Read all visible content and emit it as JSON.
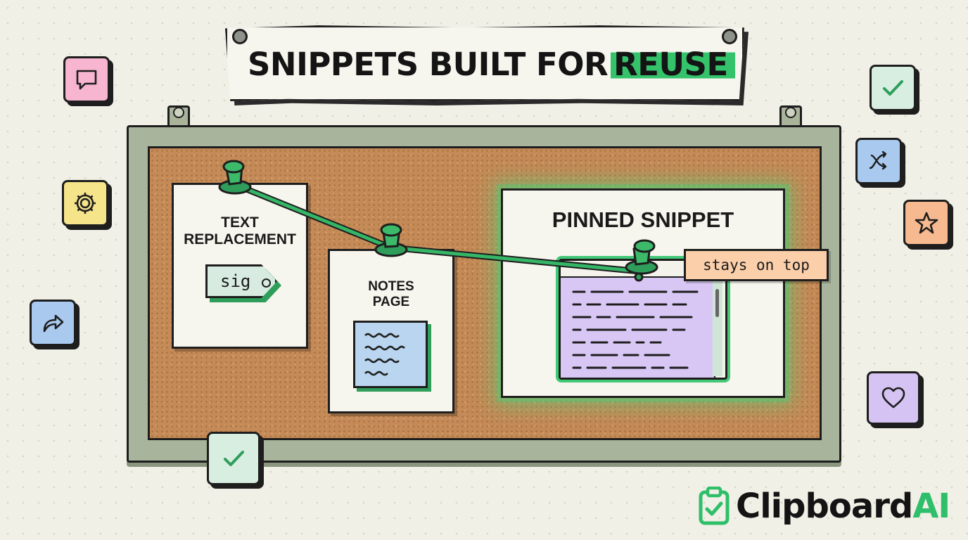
{
  "title": {
    "text": "SNIPPETS BUILT FOR",
    "highlight": "REUSE"
  },
  "cards": {
    "text_replacement": {
      "line1": "TEXT",
      "line2": "REPLACEMENT",
      "tag": "sig"
    },
    "notes_page": {
      "line1": "NOTES",
      "line2": "PAGE"
    },
    "pinned_snippet": {
      "title": "PINNED SNIPPET",
      "callout": "stays on top"
    }
  },
  "brand": {
    "name": "Clipboard",
    "suffix": "AI"
  },
  "colors": {
    "accent_green": "#34c36b",
    "cork": "#c48a57",
    "frame": "#a8b49b",
    "pinned_window": "#d8c7f4",
    "callout": "#fbcfa9"
  },
  "icons": [
    "speech-bubble-icon",
    "gear-icon",
    "share-arrow-icon",
    "checkmark-icon",
    "shuffle-arrows-icon",
    "star-icon",
    "heart-icon",
    "clipboard-check-icon",
    "push-pin-icon"
  ]
}
